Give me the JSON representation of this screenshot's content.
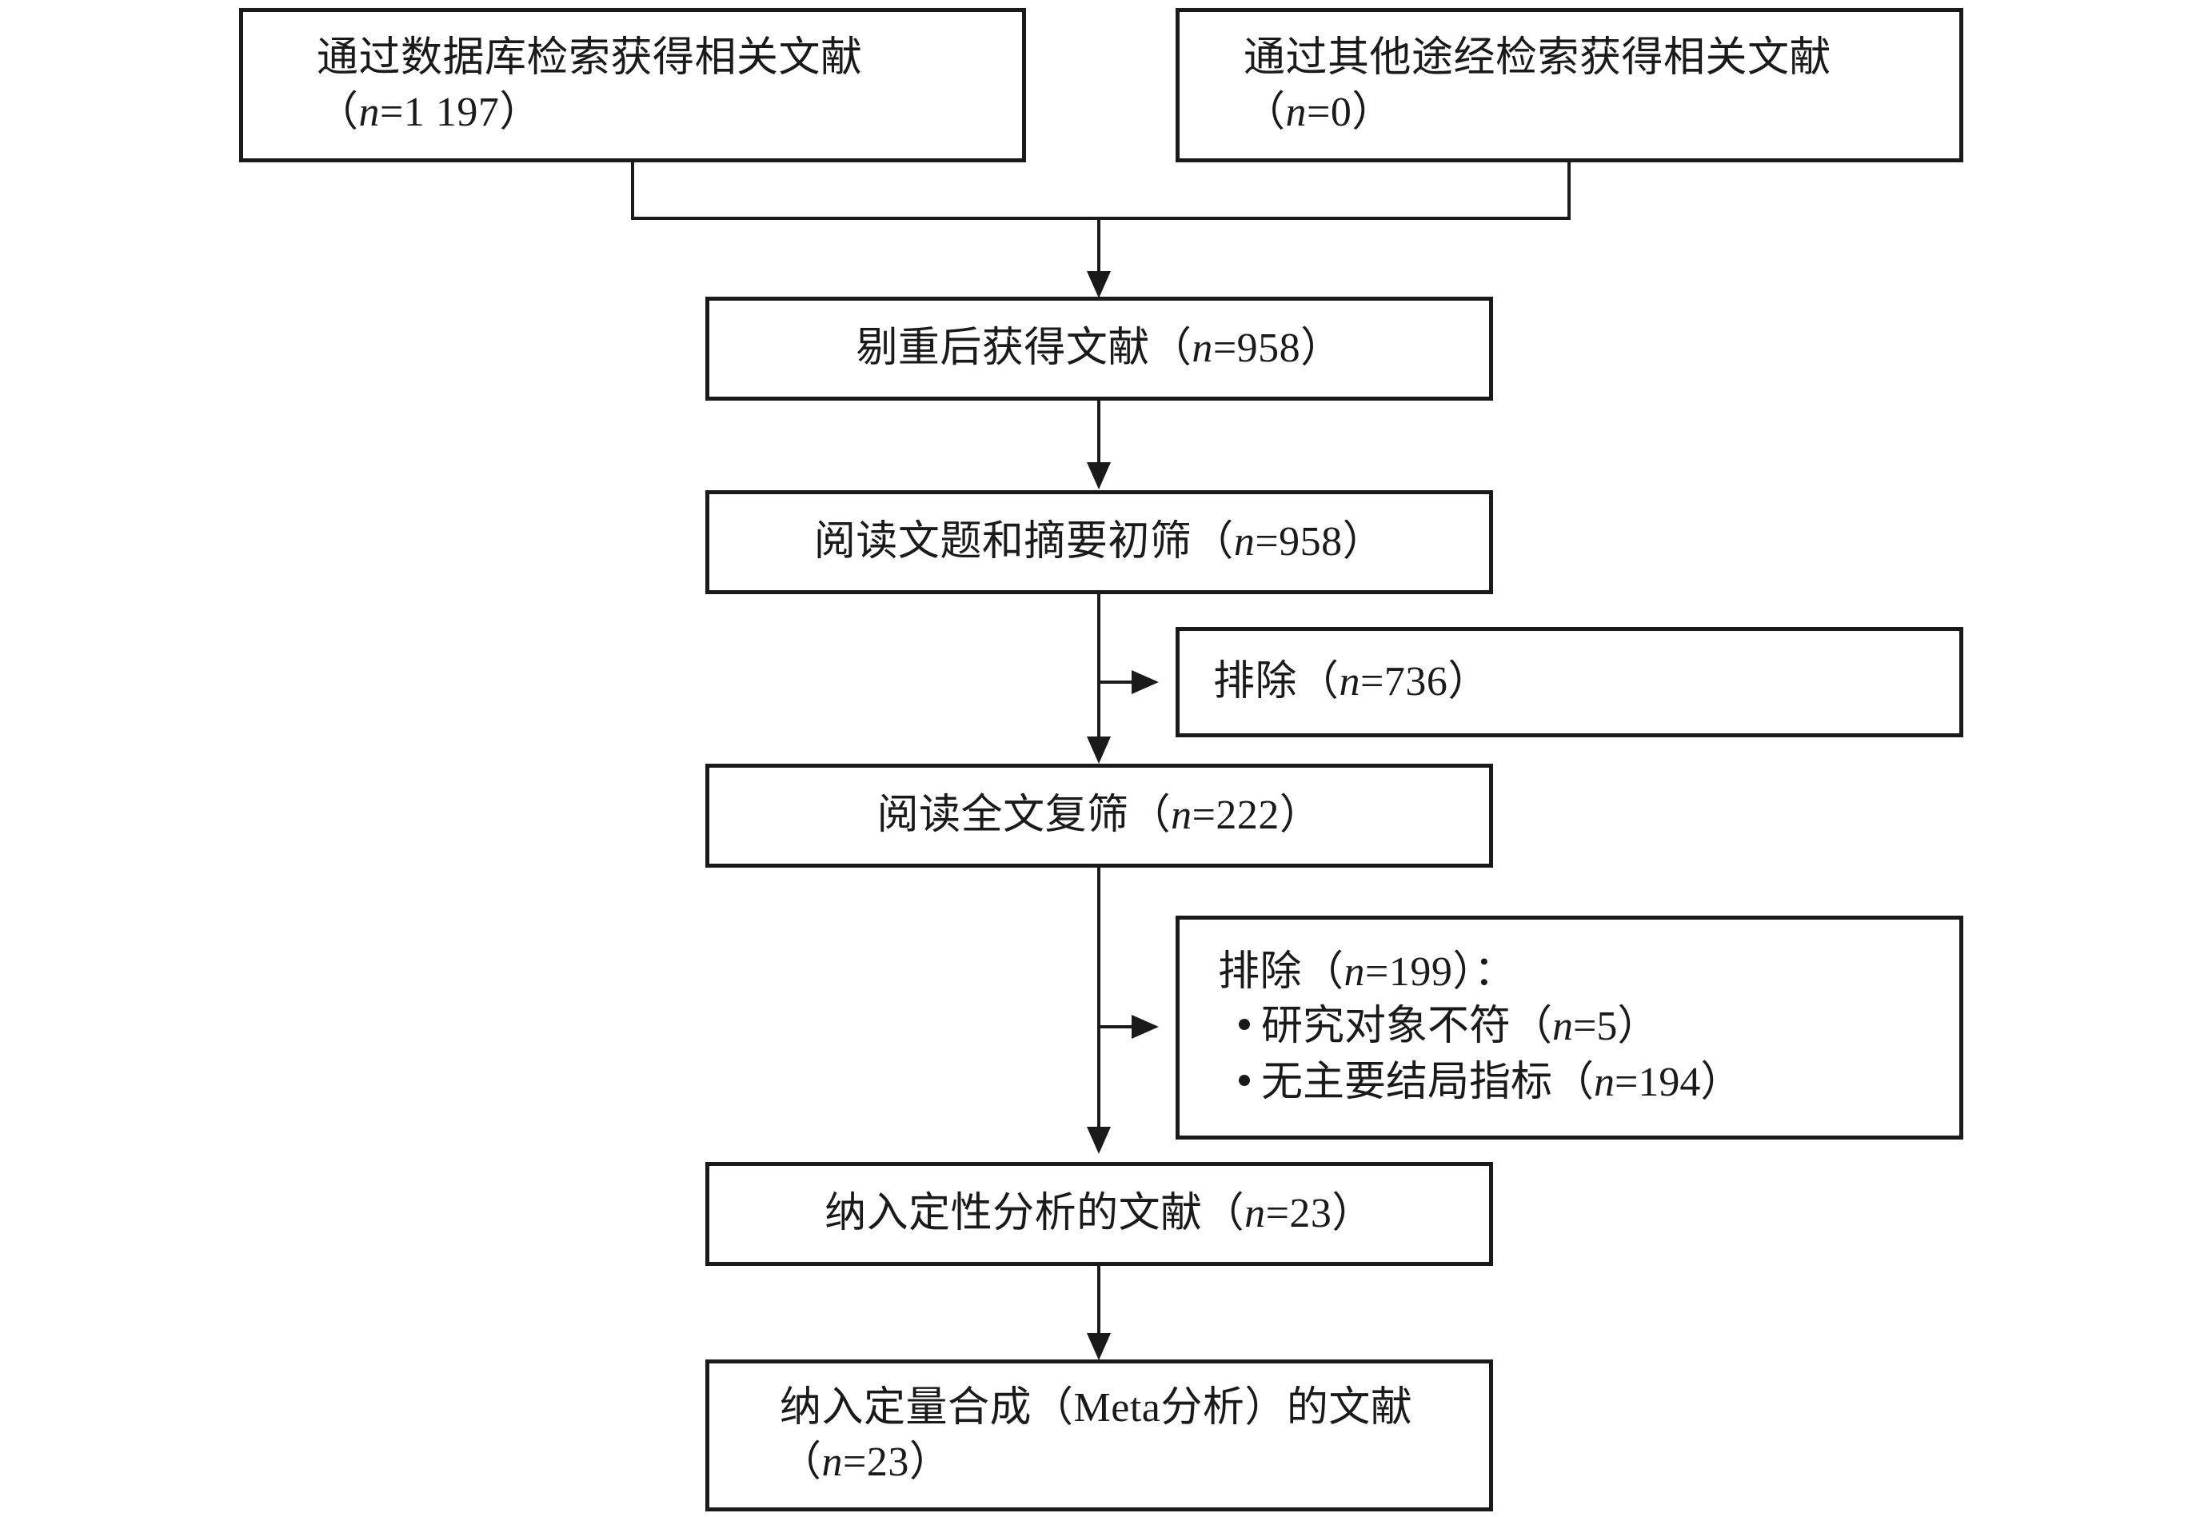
{
  "diagram": {
    "type": "prisma-flow-diagram",
    "language": "zh-CN",
    "line_color": "#1a1a1a",
    "background_color": "#ffffff",
    "nodes": {
      "db_search": {
        "line1": "通过数据库检索获得相关文献",
        "line2_pre": "（",
        "line2_n": "n",
        "line2_post": "=1 197）"
      },
      "other_search": {
        "line1": "通过其他途经检索获得相关文献",
        "line2_pre": "（",
        "line2_n": "n",
        "line2_post": "=0）"
      },
      "dedup": {
        "pre": "剔重后获得文献（",
        "n": "n",
        "post": "=958）"
      },
      "title_abstract_screen": {
        "pre": "阅读文题和摘要初筛（",
        "n": "n",
        "post": "=958）"
      },
      "excluded_first": {
        "pre": "排除（",
        "n": "n",
        "post": "=736）"
      },
      "fulltext_screen": {
        "pre": "阅读全文复筛（",
        "n": "n",
        "post": "=222）"
      },
      "excluded_second": {
        "header_pre": "排除（",
        "header_n": "n",
        "header_post": "=199）：",
        "items": [
          {
            "pre": "研究对象不符（",
            "n": "n",
            "post": "=5）"
          },
          {
            "pre": "无主要结局指标（",
            "n": "n",
            "post": "=194）"
          }
        ]
      },
      "qualitative": {
        "pre": "纳入定性分析的文献（",
        "n": "n",
        "post": "=23）"
      },
      "quantitative": {
        "line1_pre": "纳入定量合成（Meta分析）的文献",
        "line2_pre": "（",
        "line2_n": "n",
        "line2_post": "=23）"
      }
    }
  }
}
